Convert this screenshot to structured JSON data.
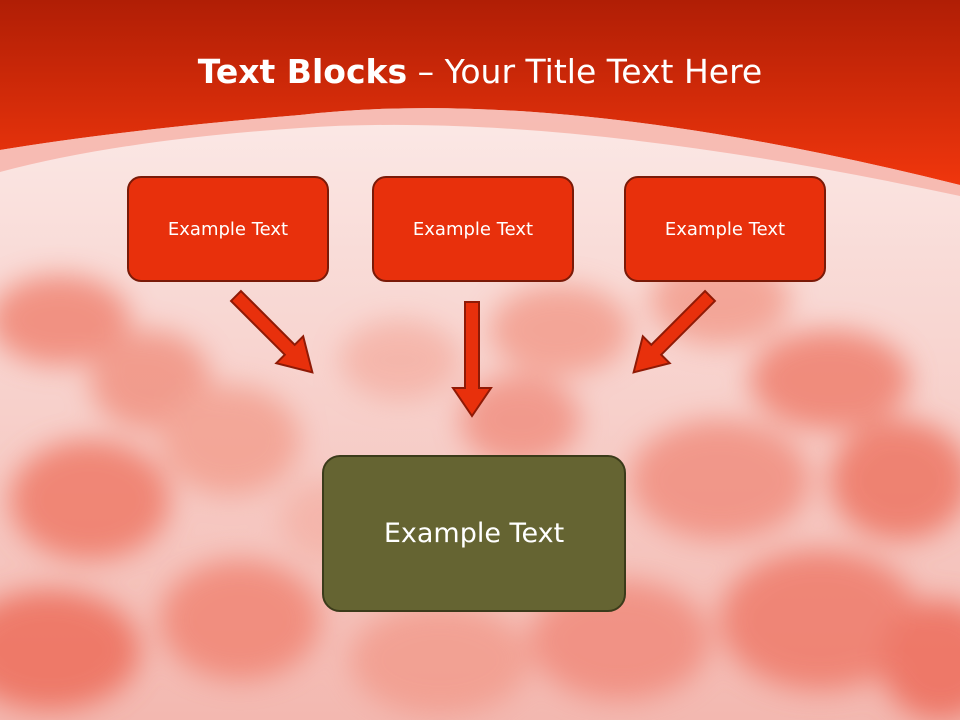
{
  "title": {
    "bold": "Text Blocks",
    "dash": "–",
    "rest": "Your Title Text Here"
  },
  "boxes": [
    {
      "label": "Example Text"
    },
    {
      "label": "Example Text"
    },
    {
      "label": "Example Text"
    }
  ],
  "target": {
    "label": "Example Text"
  },
  "colors": {
    "header": "#e8300c",
    "box_fill": "#e8300c",
    "target_fill": "#656432",
    "arrow": "#e8300c",
    "arrow_outline": "#8f1a06"
  }
}
